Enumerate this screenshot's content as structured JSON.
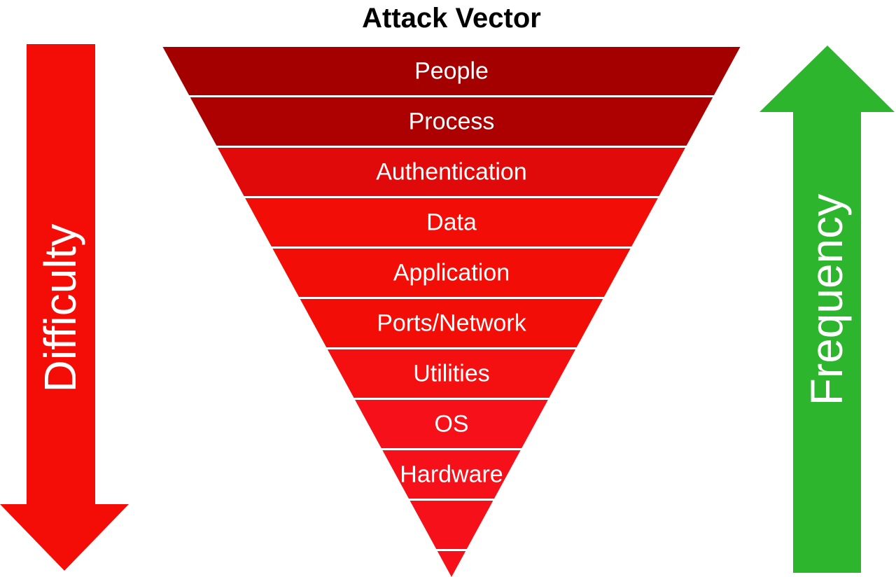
{
  "title": "Attack Vector",
  "left_arrow": {
    "label": "Difficulty",
    "direction": "down",
    "color": "#f40d07"
  },
  "right_arrow": {
    "label": "Frequency",
    "direction": "up",
    "color": "#2db52d"
  },
  "pyramid": {
    "orientation": "inverted",
    "layers": [
      {
        "label": "People",
        "color": "#a50000"
      },
      {
        "label": "Process",
        "color": "#ad0000"
      },
      {
        "label": "Authentication",
        "color": "#e00a0a"
      },
      {
        "label": "Data",
        "color": "#f20d07"
      },
      {
        "label": "Application",
        "color": "#f20d07"
      },
      {
        "label": "Ports/Network",
        "color": "#f20d07"
      },
      {
        "label": "Utilities",
        "color": "#f40f10"
      },
      {
        "label": "OS",
        "color": "#f5101a"
      },
      {
        "label": "Hardware",
        "color": "#f5101a"
      },
      {
        "label": "",
        "color": "#f5101a"
      },
      {
        "label": "",
        "color": "#f5101a"
      }
    ]
  }
}
